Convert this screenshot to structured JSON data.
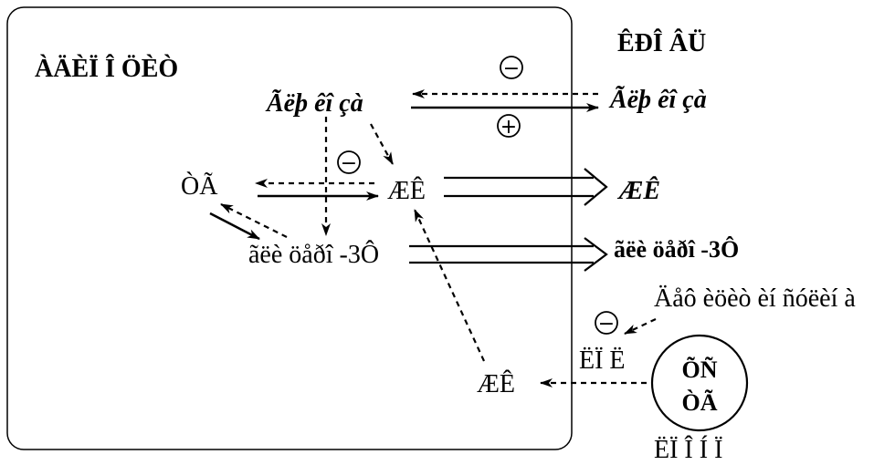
{
  "labels": {
    "left_box_title": "ÀÄÈÏ Î ÖÈÒ",
    "right_title": "ÊÐÎ ÂÜ",
    "glucose_inner": "Ãëþ êî çà",
    "glucose_outer": "Ãëþ êî çà",
    "tg": "ÒÃ",
    "fa_center": "ÆÊ",
    "fa_right": "ÆÊ",
    "glycerol_inner": "ãëè öåðî -3Ô",
    "glycerol_outer": "ãëè öåðî -3Ô",
    "fa_bottom": "ÆÊ",
    "lpl": "ËÏ Ë",
    "hx_line1": "ÕÑ",
    "hx_line2": "ÒÃ",
    "lpn": "ËÏ Î Í Ï",
    "insulin_def": "Äåô èöèò èí ñóëèí à"
  },
  "signs": {
    "minus": "−",
    "plus": "+"
  },
  "colors": {
    "stroke": "#000000",
    "background": "#ffffff"
  }
}
